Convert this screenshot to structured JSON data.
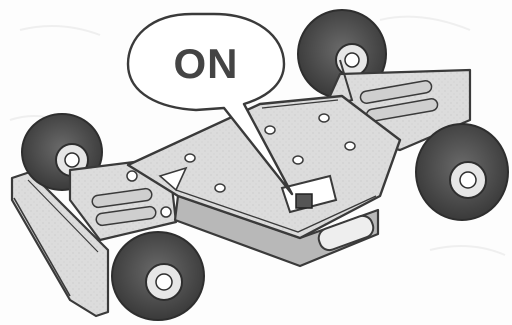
{
  "callout": {
    "text": "ON"
  },
  "illustration": {
    "subject": "rc-car-chassis",
    "switch_state": "ON",
    "colors": {
      "ink": "#3a3a3a",
      "tire": "#4a4a4a",
      "chassis_fill": "#dcdcdc",
      "chassis_shadow": "#b8b8b8",
      "background": "#fdfdfd"
    }
  }
}
